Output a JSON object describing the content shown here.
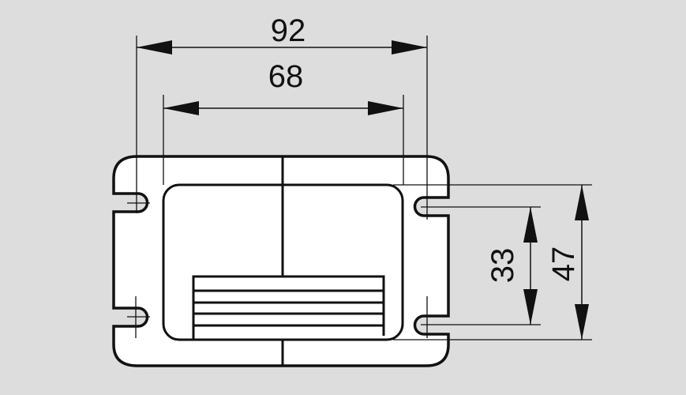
{
  "drawing": {
    "background_color": "#dcdddc",
    "plate_color": "#ffffff",
    "line_color": "#111111",
    "dimensions": {
      "overall_width": "92",
      "inner_width": "68",
      "slot_spacing": "33",
      "overall_slot_height": "47"
    }
  }
}
